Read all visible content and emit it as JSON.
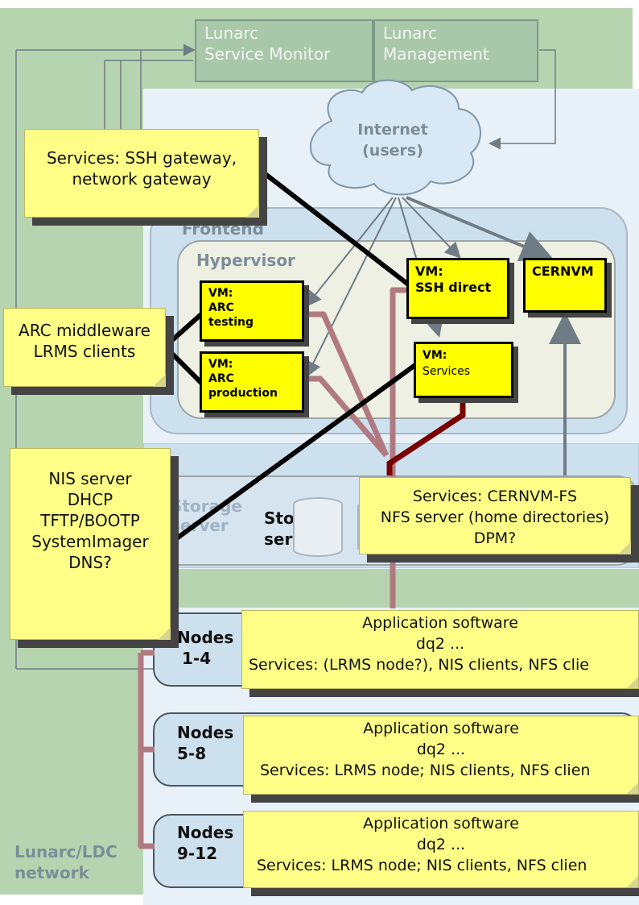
{
  "services_monitor": {
    "line1": "Lunarc",
    "line2": "Service Monitor"
  },
  "management": {
    "line1": "Lunarc",
    "line2": "Management"
  },
  "internet": {
    "line1": "Internet",
    "line2": "(users)"
  },
  "frontend_label": "Frontend",
  "hypervisor_label": "Hypervisor",
  "note_ssh": {
    "line1": "Services:  SSH gateway,",
    "line2": "network gateway"
  },
  "note_arc": {
    "line1": "ARC middleware",
    "line2": "LRMS clients"
  },
  "note_nis": {
    "lines": [
      "NIS server",
      "DHCP",
      "TFTP/BOOTP",
      "SystemImager",
      "DNS?"
    ]
  },
  "vm_ssh": {
    "line1": "VM:",
    "line2": "SSH direct"
  },
  "vm_cernvm": {
    "line1": "CERNVM"
  },
  "vm_arc_testing": {
    "line1": "VM:",
    "line2": "ARC",
    "line3": "testing"
  },
  "vm_arc_production": {
    "line1": "VM:",
    "line2": "ARC",
    "line3": "production"
  },
  "vm_services": {
    "line1": "VM:",
    "line2": "Services"
  },
  "storage_server_label": {
    "line1": "Storage",
    "line2": "server"
  },
  "storage_server_bg": {
    "line1": "Storage",
    "line2": "server"
  },
  "note_storage": {
    "line1": "Services: CERNVM-FS",
    "line2": "NFS server (home directories)",
    "line3": "DPM?"
  },
  "nodes": [
    {
      "label1": "Nodes",
      "label2": "1-4",
      "app": "Application software",
      "dq2": "dq2 ...",
      "services": "Services: (LRMS node?), NIS clients, NFS clie"
    },
    {
      "label1": "Nodes",
      "label2": "5-8",
      "app": "Application software",
      "dq2": "dq2 ...",
      "services": "Services: LRMS node; NIS clients, NFS clien"
    },
    {
      "label1": "Nodes",
      "label2": "9-12",
      "app": "Application software",
      "dq2": "dq2 ...",
      "services": "Services: LRMS node; NIS clients, NFS clien"
    }
  ],
  "network_label": {
    "line1": "Lunarc/LDC",
    "line2": "network"
  },
  "colors": {
    "green_bg": "#b7d4b0",
    "blue_bg": "#cde0ee",
    "note_yellow": "#ffff88",
    "vm_yellow": "#ffff00",
    "cable_pink": "#b07a80",
    "cable_darkred": "#7a0000"
  }
}
